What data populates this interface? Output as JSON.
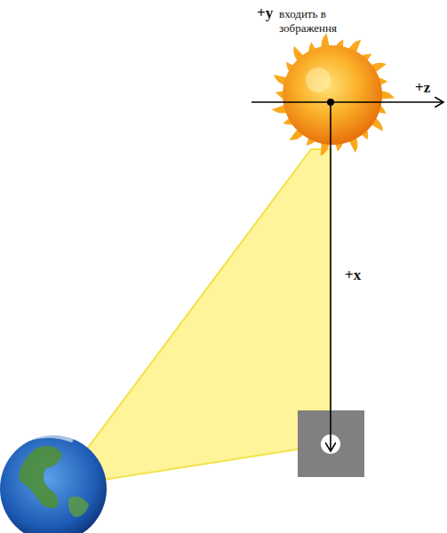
{
  "diagram": {
    "labels": [
      "+y",
      "входить в зображення",
      "+z",
      "+x"
    ]
  }
}
